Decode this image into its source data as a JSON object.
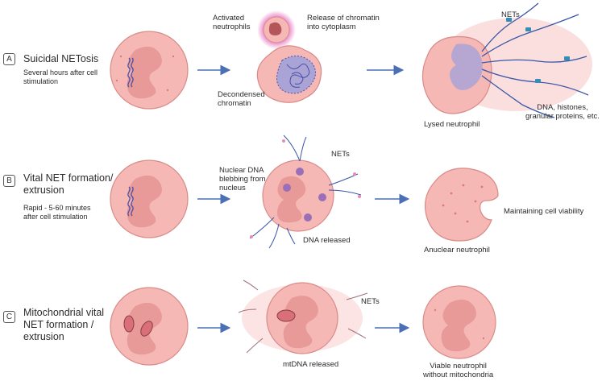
{
  "colors": {
    "cell_fill": "#f5b8b5",
    "cell_stroke": "#d98b88",
    "nucleus_fill": "#e79a98",
    "chromatin": "#4a4fa8",
    "arrow": "#4a6fb5",
    "glow": "#e04fb0",
    "net_fiber": "#9fb0e0"
  },
  "rows": [
    {
      "letter": "A",
      "title": "Suicidal NETosis",
      "subtitle": "Several hours after cell\nstimulation",
      "labels": {
        "activated": "Activated\nneutrophils",
        "release": "Release of chromatin\ninto cytoplasm",
        "decondensed": "Decondensed\nchromatin",
        "nets": "NETs",
        "lysed": "Lysed neutrophil",
        "dna": "DNA, histones,\ngranular proteins, etc."
      }
    },
    {
      "letter": "B",
      "title": "Vital NET formation/\nextrusion",
      "subtitle": "Rapid - 5-60 minutes\nafter cell stimulation",
      "labels": {
        "blebbing": "Nuclear DNA\nblebbing from\nnucleus",
        "nets": "NETs",
        "dna_released": "DNA released",
        "anuclear": "Anuclear neutrophil",
        "viability": "Maintaining cell viability"
      }
    },
    {
      "letter": "C",
      "title": "Mitochondrial vital\nNET formation /\nextrusion",
      "labels": {
        "nets": "NETs",
        "mtdna": "mtDNA released",
        "viable": "Viable neutrophil\nwithout mitochondria"
      }
    }
  ]
}
